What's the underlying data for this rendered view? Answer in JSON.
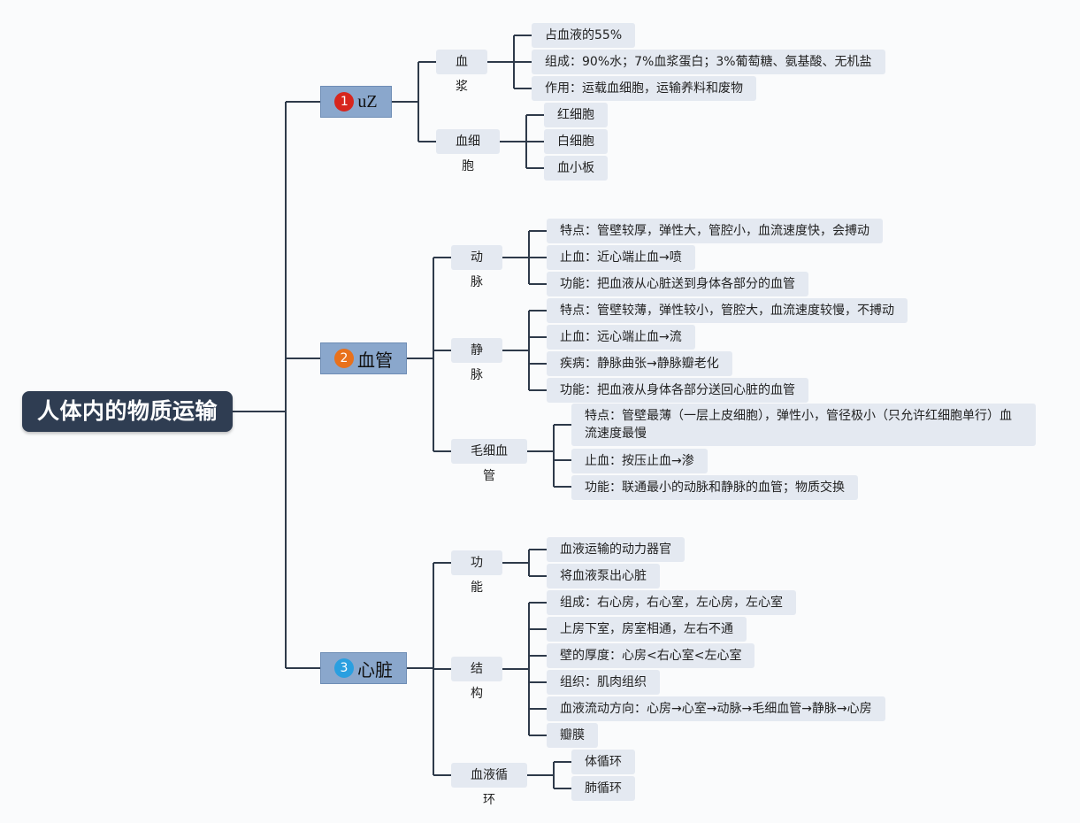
{
  "root": {
    "title": "人体内的物质运输"
  },
  "branches": [
    {
      "num": "1",
      "num_color": "#d7261d",
      "label": "uZ",
      "children": [
        {
          "label": "血浆",
          "leaves": [
            "占血液的55%",
            "组成：90%水；7%血浆蛋白；3%葡萄糖、氨基酸、无机盐",
            "作用：运载血细胞，运输养料和废物"
          ]
        },
        {
          "label": "血细胞",
          "leaves": [
            "红细胞",
            "白细胞",
            "血小板"
          ]
        }
      ]
    },
    {
      "num": "2",
      "num_color": "#e8711c",
      "label": "血管",
      "children": [
        {
          "label": "动脉",
          "leaves": [
            "特点：管壁较厚，弹性大，管腔小，血流速度快，会搏动",
            "止血：近心端止血→喷",
            "功能：把血液从心脏送到身体各部分的血管"
          ]
        },
        {
          "label": "静脉",
          "leaves": [
            "特点：管壁较薄，弹性较小，管腔大，血流速度较慢，不搏动",
            "止血：远心端止血→流",
            "疾病：静脉曲张→静脉瓣老化",
            "功能：把血液从身体各部分送回心脏的血管"
          ]
        },
        {
          "label": "毛细血管",
          "leaves": [
            "特点：管壁最薄（一层上皮细胞），弹性小，管径极小（只允许红细胞单行）血流速度最慢",
            "止血：按压止血→渗",
            "功能：联通最小的动脉和静脉的血管；物质交换"
          ]
        }
      ]
    },
    {
      "num": "3",
      "num_color": "#2a9fe0",
      "label": "心脏",
      "children": [
        {
          "label": "功能",
          "leaves": [
            "血液运输的动力器官",
            "将血液泵出心脏"
          ]
        },
        {
          "label": "结构",
          "leaves": [
            "组成：右心房，右心室，左心房，左心室",
            "上房下室，房室相通，左右不通",
            "壁的厚度：心房<右心室<左心室",
            "组织：肌肉组织",
            "血液流动方向：心房→心室→动脉→毛细血管→静脉→心房",
            "瓣膜"
          ]
        },
        {
          "label": "血液循环",
          "leaves": [
            "体循环",
            "肺循环"
          ]
        }
      ]
    }
  ]
}
